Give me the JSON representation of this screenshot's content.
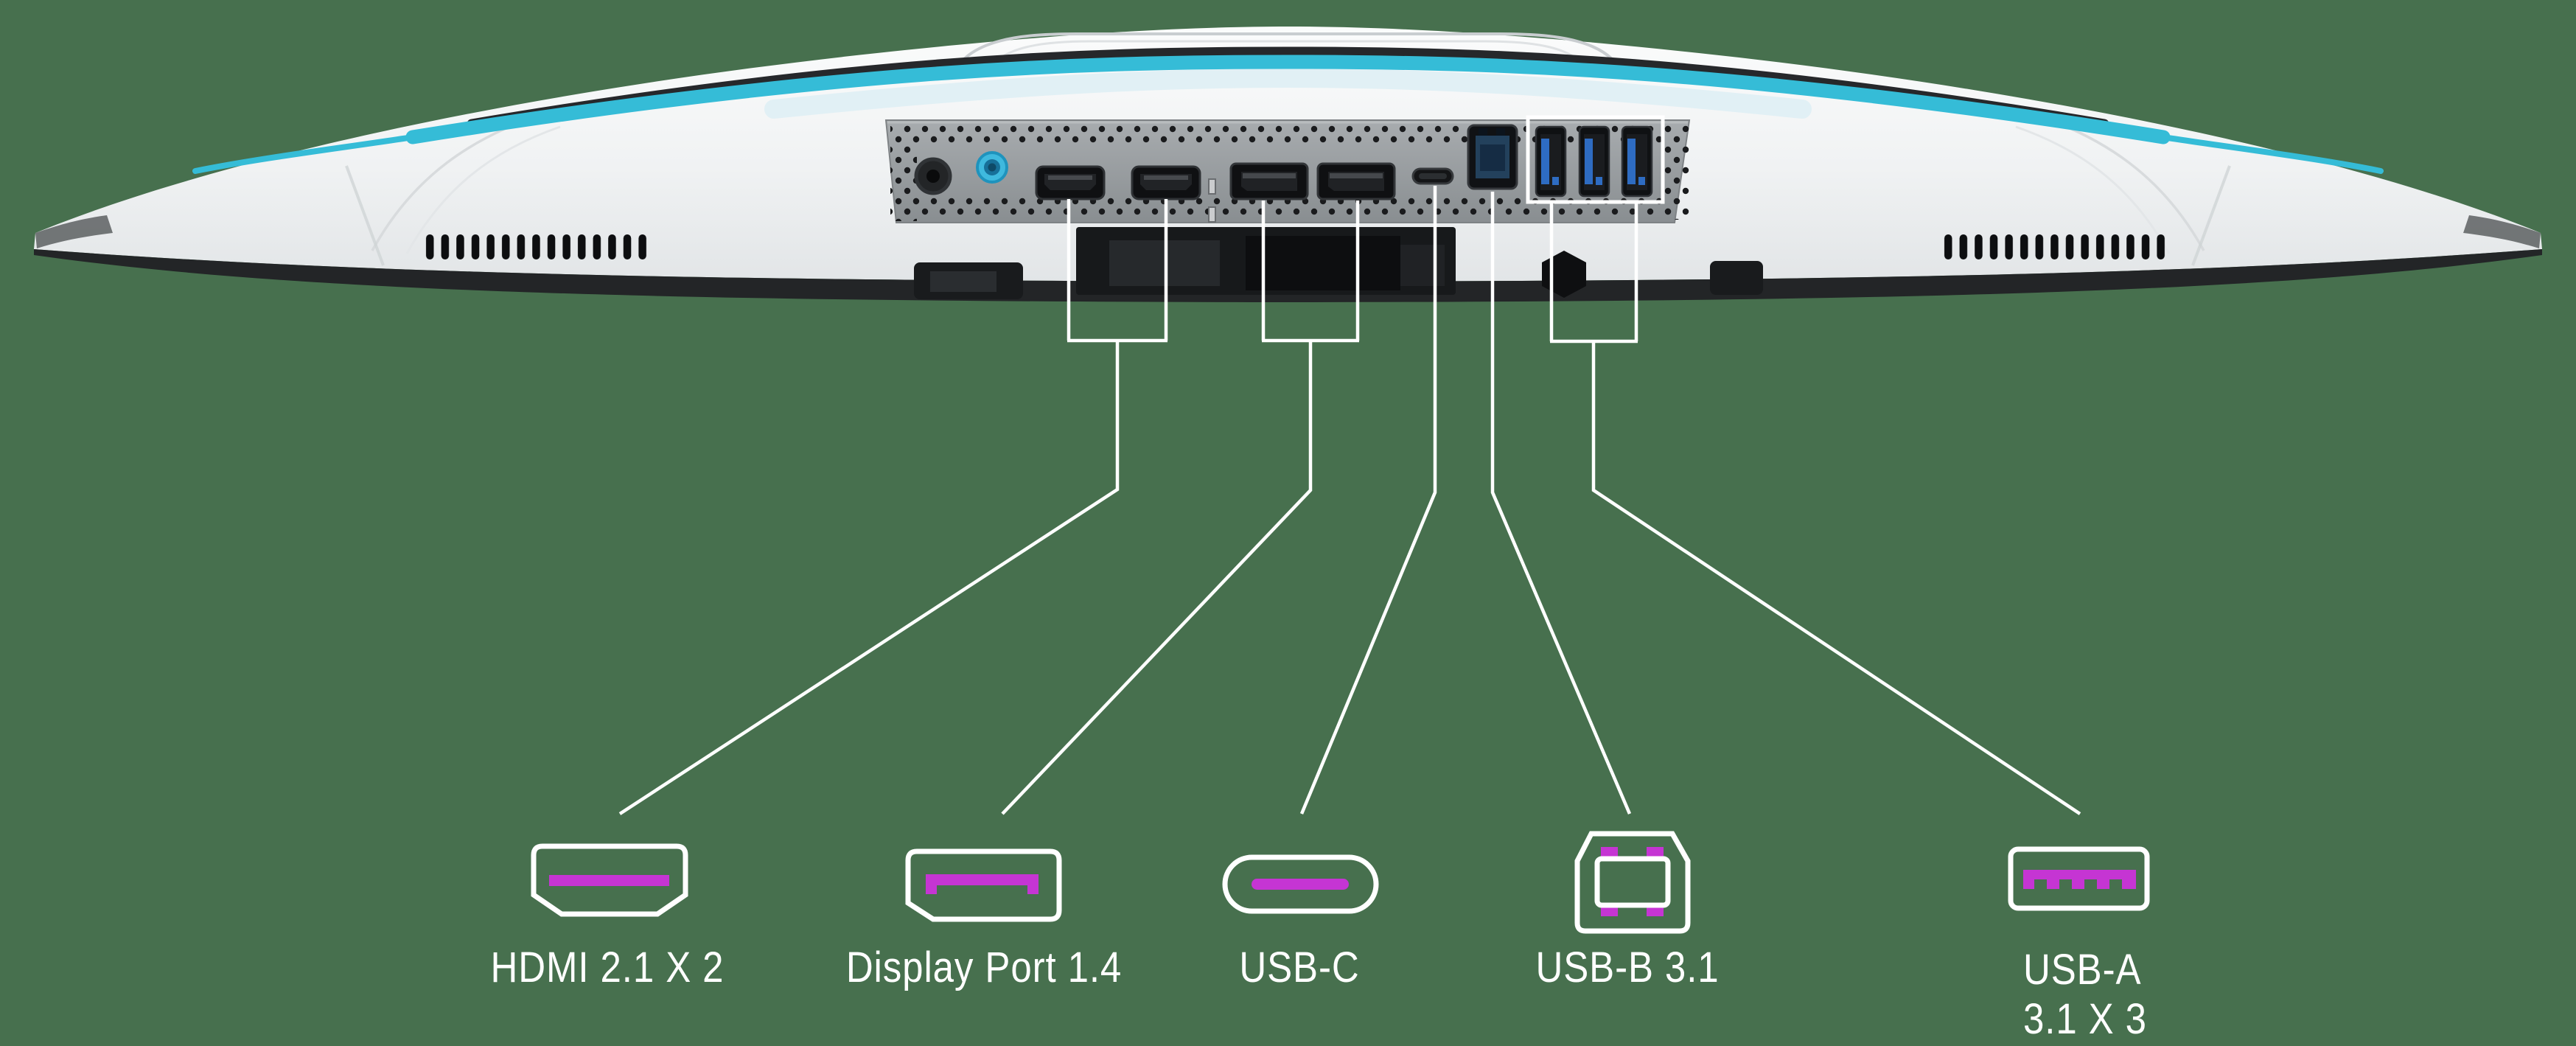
{
  "background_color": "#47704E",
  "colors": {
    "callout_white": "#FFFFFF",
    "connector_magenta": "#C535D3",
    "accent_cyan": "#35BCD7",
    "body_white": "#F4F6F7",
    "panel_gray": "#9BA0A3",
    "bezel_dark": "#232527",
    "usb_blue": "#2E6CC2"
  },
  "monitor": {
    "hardware_ports": [
      {
        "id": "headphone-jack"
      },
      {
        "id": "audio-line-out"
      },
      {
        "id": "hdmi-port-1"
      },
      {
        "id": "hdmi-port-2"
      },
      {
        "id": "displayport-1"
      },
      {
        "id": "displayport-2"
      },
      {
        "id": "usb-c-port"
      },
      {
        "id": "usb-b-port"
      },
      {
        "id": "usb-a-port-1"
      },
      {
        "id": "usb-a-port-2"
      },
      {
        "id": "usb-a-port-3"
      }
    ]
  },
  "callouts": [
    {
      "id": "hdmi",
      "label": "HDMI 2.1 X 2",
      "icon": "hdmi-connector-icon"
    },
    {
      "id": "displayport",
      "label": "Display Port 1.4",
      "icon": "displayport-connector-icon"
    },
    {
      "id": "usb-c",
      "label": "USB-C",
      "icon": "usb-c-connector-icon"
    },
    {
      "id": "usb-b",
      "label": "USB-B 3.1",
      "icon": "usb-b-connector-icon"
    },
    {
      "id": "usb-a",
      "label": "USB-A",
      "label_line2": "3.1 X 3",
      "icon": "usb-a-connector-icon"
    }
  ]
}
